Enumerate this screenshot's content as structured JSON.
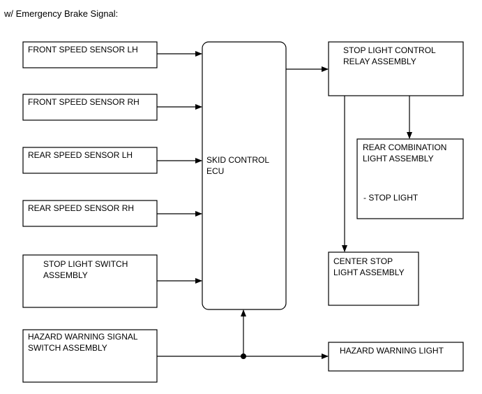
{
  "title": "w/ Emergency Brake Signal:",
  "boxes": {
    "front_speed_sensor_lh": [
      "FRONT SPEED SENSOR LH"
    ],
    "front_speed_sensor_rh": [
      "FRONT SPEED SENSOR RH"
    ],
    "rear_speed_sensor_lh": [
      "REAR SPEED SENSOR LH"
    ],
    "rear_speed_sensor_rh": [
      "REAR SPEED SENSOR RH"
    ],
    "stop_light_switch": [
      "STOP LIGHT SWITCH",
      "ASSEMBLY"
    ],
    "hazard_warning_signal_switch": [
      "HAZARD WARNING SIGNAL",
      "SWITCH ASSEMBLY"
    ],
    "skid_control_ecu": [
      "SKID CONTROL",
      "ECU"
    ],
    "stop_light_control_relay": [
      "STOP LIGHT CONTROL",
      "RELAY ASSEMBLY"
    ],
    "rear_combination_light": [
      "REAR COMBINATION",
      "LIGHT ASSEMBLY",
      "",
      "- STOP LIGHT"
    ],
    "center_stop_light": [
      "CENTER STOP",
      "LIGHT ASSEMBLY"
    ],
    "hazard_warning_light": [
      "HAZARD WARNING LIGHT"
    ]
  }
}
